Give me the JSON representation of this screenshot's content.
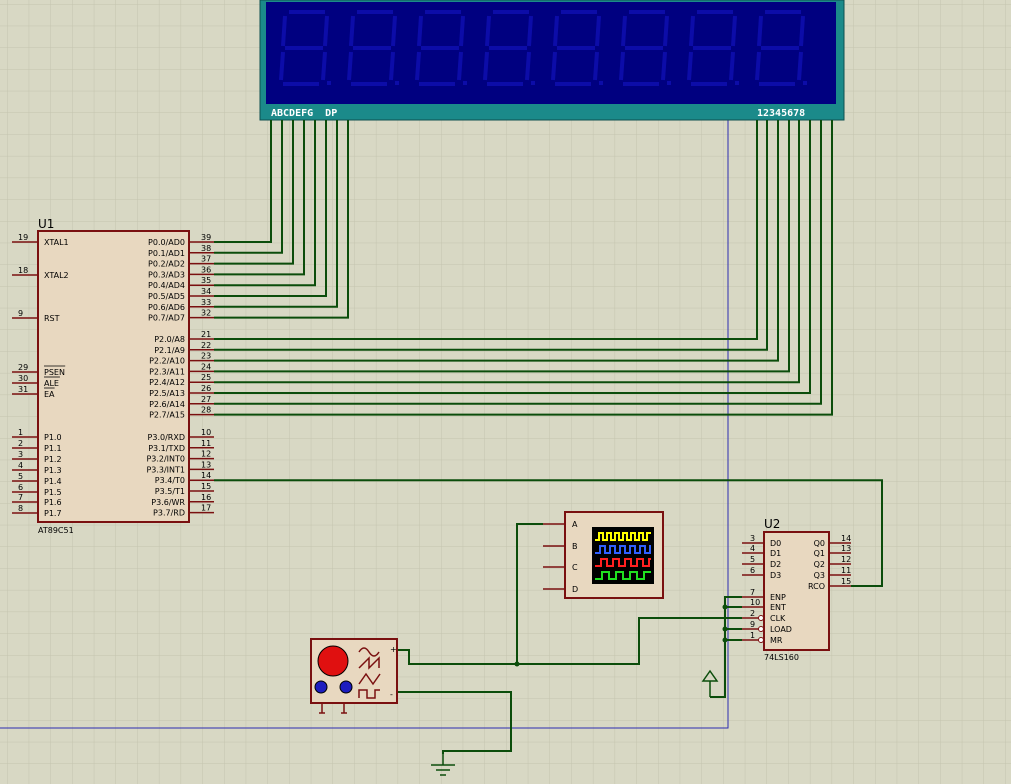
{
  "u1": {
    "ref": "U1",
    "type": "AT89C51",
    "left_pins": [
      {
        "num": "19",
        "name": "XTAL1"
      },
      {
        "num": "18",
        "name": "XTAL2"
      },
      {
        "num": "9",
        "name": "RST"
      },
      {
        "num": "29",
        "name": "PSEN"
      },
      {
        "num": "30",
        "name": "ALE"
      },
      {
        "num": "31",
        "name": "EA"
      },
      {
        "num": "1",
        "name": "P1.0"
      },
      {
        "num": "2",
        "name": "P1.1"
      },
      {
        "num": "3",
        "name": "P1.2"
      },
      {
        "num": "4",
        "name": "P1.3"
      },
      {
        "num": "5",
        "name": "P1.4"
      },
      {
        "num": "6",
        "name": "P1.5"
      },
      {
        "num": "7",
        "name": "P1.6"
      },
      {
        "num": "8",
        "name": "P1.7"
      }
    ],
    "right_pins": [
      {
        "num": "39",
        "name": "P0.0/AD0"
      },
      {
        "num": "38",
        "name": "P0.1/AD1"
      },
      {
        "num": "37",
        "name": "P0.2/AD2"
      },
      {
        "num": "36",
        "name": "P0.3/AD3"
      },
      {
        "num": "35",
        "name": "P0.4/AD4"
      },
      {
        "num": "34",
        "name": "P0.5/AD5"
      },
      {
        "num": "33",
        "name": "P0.6/AD6"
      },
      {
        "num": "32",
        "name": "P0.7/AD7"
      },
      {
        "num": "21",
        "name": "P2.0/A8"
      },
      {
        "num": "22",
        "name": "P2.1/A9"
      },
      {
        "num": "23",
        "name": "P2.2/A10"
      },
      {
        "num": "24",
        "name": "P2.3/A11"
      },
      {
        "num": "25",
        "name": "P2.4/A12"
      },
      {
        "num": "26",
        "name": "P2.5/A13"
      },
      {
        "num": "27",
        "name": "P2.6/A14"
      },
      {
        "num": "28",
        "name": "P2.7/A15"
      },
      {
        "num": "10",
        "name": "P3.0/RXD"
      },
      {
        "num": "11",
        "name": "P3.1/TXD"
      },
      {
        "num": "12",
        "name": "P3.2/INT0"
      },
      {
        "num": "13",
        "name": "P3.3/INT1"
      },
      {
        "num": "14",
        "name": "P3.4/T0"
      },
      {
        "num": "15",
        "name": "P3.5/T1"
      },
      {
        "num": "16",
        "name": "P3.6/WR"
      },
      {
        "num": "17",
        "name": "P3.7/RD"
      }
    ]
  },
  "u2": {
    "ref": "U2",
    "type": "74LS160",
    "left_pins": [
      {
        "num": "3",
        "name": "D0"
      },
      {
        "num": "4",
        "name": "D1"
      },
      {
        "num": "5",
        "name": "D2"
      },
      {
        "num": "6",
        "name": "D3"
      },
      {
        "num": "7",
        "name": "ENP"
      },
      {
        "num": "10",
        "name": "ENT"
      },
      {
        "num": "2",
        "name": "CLK"
      },
      {
        "num": "9",
        "name": "LOAD"
      },
      {
        "num": "1",
        "name": "MR"
      }
    ],
    "right_pins": [
      {
        "num": "14",
        "name": "Q0"
      },
      {
        "num": "13",
        "name": "Q1"
      },
      {
        "num": "12",
        "name": "Q2"
      },
      {
        "num": "11",
        "name": "Q3"
      },
      {
        "num": "15",
        "name": "RCO"
      }
    ]
  },
  "display": {
    "segment_labels": "ABCDEFG  DP",
    "digit_labels": "12345678",
    "digit_count": 8,
    "background_color": "#000080",
    "frame_color": "#1b8a8a",
    "segment_off_color": "#0c0ca8"
  },
  "logic_analyzer": {
    "channels": [
      "A",
      "B",
      "C",
      "D"
    ],
    "trace_colors": [
      "#ffff00",
      "#3060ff",
      "#ff2020",
      "#20e020"
    ]
  },
  "generator": {
    "plus_label": "+",
    "minus_label": "-"
  },
  "colors": {
    "wire": "#0b4d0b",
    "component_fill": "#e8d8c0",
    "component_border": "#7a1010",
    "grid": "#c4c4ae",
    "sheet_border": "#2d2db0"
  }
}
